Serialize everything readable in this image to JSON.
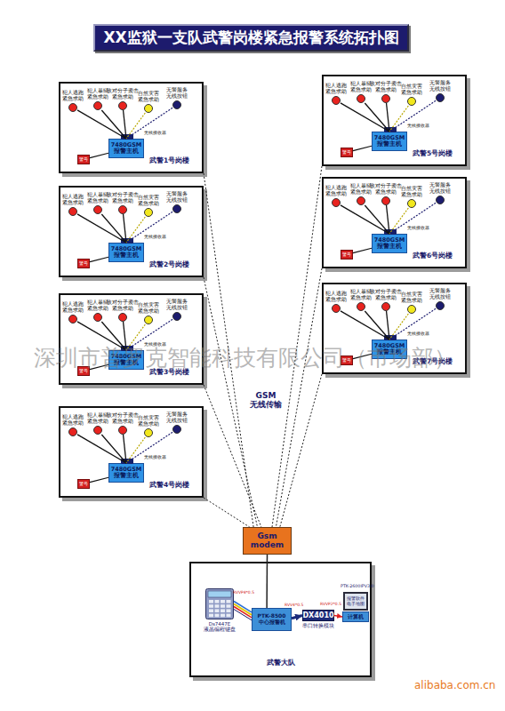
{
  "diagram": {
    "title": "XX监狱一支队武警岗楼紧急报警系统拓扑图",
    "nodes": [
      {
        "text": [
          "武警1号岗楼"
        ]
      },
      {
        "text": [
          "犯人逃跑 紧急求助"
        ],
        "in": 0
      },
      {
        "text": [
          "犯人暴狱 紧急求助"
        ],
        "in": 0
      },
      {
        "text": [
          "敌对分子袭击 紧急求助"
        ],
        "in": 0
      },
      {
        "text": [
          "自然灾害 紧急求助"
        ],
        "in": 0
      },
      {
        "text": [
          "无警服务 无线按钮"
        ],
        "in": 0
      },
      {
        "text": [
          "7480GSM 报警主机"
        ],
        "in": 0
      },
      {
        "text": [
          "警号"
        ],
        "in": 0
      },
      {
        "text": [
          "武警2号岗楼"
        ]
      },
      {
        "text": [
          "犯人逃跑 紧急求助"
        ],
        "in": 8
      },
      {
        "text": [
          "犯人暴狱 紧急求助"
        ],
        "in": 8
      },
      {
        "text": [
          "敌对分子袭击 紧急求助"
        ],
        "in": 8
      },
      {
        "text": [
          "自然灾害 紧急求助"
        ],
        "in": 8
      },
      {
        "text": [
          "无警服务 无线按钮"
        ],
        "in": 8
      },
      {
        "text": [
          "7480GSM 报警主机"
        ],
        "in": 8
      },
      {
        "text": [
          "警号"
        ],
        "in": 8
      },
      {
        "text": [
          "武警3号岗楼"
        ]
      },
      {
        "text": [
          "犯人逃跑 紧急求助"
        ],
        "in": 16
      },
      {
        "text": [
          "犯人暴狱 紧急求助"
        ],
        "in": 16
      },
      {
        "text": [
          "敌对分子袭击 紧急求助"
        ],
        "in": 16
      },
      {
        "text": [
          "自然灾害 紧急求助"
        ],
        "in": 16
      },
      {
        "text": [
          "无警服务 无线按钮"
        ],
        "in": 16
      },
      {
        "text": [
          "7480GSM 报警主机"
        ],
        "in": 16
      },
      {
        "text": [
          "警号"
        ],
        "in": 16
      },
      {
        "text": [
          "武警4号岗楼"
        ]
      },
      {
        "text": [
          "犯人逃跑 紧急求助"
        ],
        "in": 24
      },
      {
        "text": [
          "犯人暴狱 紧急求助"
        ],
        "in": 24
      },
      {
        "text": [
          "敌对分子袭击 紧急求助"
        ],
        "in": 24
      },
      {
        "text": [
          "自然灾害 紧急求助"
        ],
        "in": 24
      },
      {
        "text": [
          "无警服务 无线按钮"
        ],
        "in": 24
      },
      {
        "text": [
          "7480GSM 报警主机"
        ],
        "in": 24
      },
      {
        "text": [
          "警号"
        ],
        "in": 24
      },
      {
        "text": [
          "武警5号岗楼"
        ]
      },
      {
        "text": [
          "犯人逃跑 紧急求助"
        ],
        "in": 32
      },
      {
        "text": [
          "犯人暴狱 紧急求助"
        ],
        "in": 32
      },
      {
        "text": [
          "敌对分子袭击 紧急求助"
        ],
        "in": 32
      },
      {
        "text": [
          "自然灾害 紧急求助"
        ],
        "in": 32
      },
      {
        "text": [
          "无警服务 无线按钮"
        ],
        "in": 32
      },
      {
        "text": [
          "7480GSM 报警主机"
        ],
        "in": 32
      },
      {
        "text": [
          "警号"
        ],
        "in": 32
      },
      {
        "text": [
          "武警6号岗楼"
        ]
      },
      {
        "text": [
          "犯人逃跑 紧急求助"
        ],
        "in": 40
      },
      {
        "text": [
          "犯人暴狱 紧急求助"
        ],
        "in": 40
      },
      {
        "text": [
          "敌对分子袭击 紧急求助"
        ],
        "in": 40
      },
      {
        "text": [
          "自然灾害 紧急求助"
        ],
        "in": 40
      },
      {
        "text": [
          "无警服务 无线按钮"
        ],
        "in": 40
      },
      {
        "text": [
          "7480GSM 报警主机"
        ],
        "in": 40
      },
      {
        "text": [
          "警号"
        ],
        "in": 40
      },
      {
        "text": [
          "武警7号岗楼"
        ]
      },
      {
        "text": [
          "犯人逃跑 紧急求助"
        ],
        "in": 48
      },
      {
        "text": [
          "犯人暴狱 紧急求助"
        ],
        "in": 48
      },
      {
        "text": [
          "敌对分子袭击 紧急求助"
        ],
        "in": 48
      },
      {
        "text": [
          "自然灾害 紧急求助"
        ],
        "in": 48
      },
      {
        "text": [
          "无警服务 无线按钮"
        ],
        "in": 48
      },
      {
        "text": [
          "7480GSM 报警主机"
        ],
        "in": 48
      },
      {
        "text": [
          "警号"
        ],
        "in": 48
      },
      {
        "text": [
          "Gsm modem"
        ]
      },
      {
        "text": [
          "武警大队"
        ]
      },
      {
        "text": [
          "Ds7447E 液晶编程键盘"
        ],
        "in": 57
      },
      {
        "text": [
          "PTK-8500 中心报警机"
        ],
        "in": 57
      },
      {
        "text": [
          "DX4010",
          "串口转换模块"
        ],
        "in": 57
      },
      {
        "text": [
          "报警软件 电子地图"
        ],
        "in": 57
      },
      {
        "text": [
          "计算机"
        ],
        "in": 57
      }
    ],
    "edges": [
      {
        "from": 1,
        "to": 6,
        "arrow": "none"
      },
      {
        "from": 2,
        "to": 6,
        "arrow": "none"
      },
      {
        "from": 3,
        "to": 6,
        "arrow": "none"
      },
      {
        "from": 4,
        "to": 6,
        "arrow": "none"
      },
      {
        "from": 5,
        "to": 6,
        "arrow": "none"
      },
      {
        "from": 6,
        "to": 7,
        "arrow": "none"
      },
      {
        "from": 9,
        "to": 14,
        "arrow": "none"
      },
      {
        "from": 10,
        "to": 14,
        "arrow": "none"
      },
      {
        "from": 11,
        "to": 14,
        "arrow": "none"
      },
      {
        "from": 12,
        "to": 14,
        "arrow": "none"
      },
      {
        "from": 13,
        "to": 14,
        "arrow": "none"
      },
      {
        "from": 14,
        "to": 15,
        "arrow": "none"
      },
      {
        "from": 17,
        "to": 22,
        "arrow": "none"
      },
      {
        "from": 18,
        "to": 22,
        "arrow": "none"
      },
      {
        "from": 19,
        "to": 22,
        "arrow": "none"
      },
      {
        "from": 20,
        "to": 22,
        "arrow": "none"
      },
      {
        "from": 21,
        "to": 22,
        "arrow": "none"
      },
      {
        "from": 22,
        "to": 23,
        "arrow": "none"
      },
      {
        "from": 25,
        "to": 30,
        "arrow": "none"
      },
      {
        "from": 26,
        "to": 30,
        "arrow": "none"
      },
      {
        "from": 27,
        "to": 30,
        "arrow": "none"
      },
      {
        "from": 28,
        "to": 30,
        "arrow": "none"
      },
      {
        "from": 29,
        "to": 30,
        "arrow": "none"
      },
      {
        "from": 30,
        "to": 31,
        "arrow": "none"
      },
      {
        "from": 33,
        "to": 38,
        "arrow": "none"
      },
      {
        "from": 34,
        "to": 38,
        "arrow": "none"
      },
      {
        "from": 35,
        "to": 38,
        "arrow": "none"
      },
      {
        "from": 36,
        "to": 38,
        "arrow": "none"
      },
      {
        "from": 37,
        "to": 38,
        "arrow": "none"
      },
      {
        "from": 38,
        "to": 39,
        "arrow": "none"
      },
      {
        "from": 41,
        "to": 46,
        "arrow": "none"
      },
      {
        "from": 42,
        "to": 46,
        "arrow": "none"
      },
      {
        "from": 43,
        "to": 46,
        "arrow": "none"
      },
      {
        "from": 44,
        "to": 46,
        "arrow": "none"
      },
      {
        "from": 45,
        "to": 46,
        "arrow": "none"
      },
      {
        "from": 46,
        "to": 47,
        "arrow": "none"
      },
      {
        "from": 49,
        "to": 54,
        "arrow": "none"
      },
      {
        "from": 50,
        "to": 54,
        "arrow": "none"
      },
      {
        "from": 51,
        "to": 54,
        "arrow": "none"
      },
      {
        "from": 52,
        "to": 54,
        "arrow": "none"
      },
      {
        "from": 53,
        "to": 54,
        "arrow": "none"
      },
      {
        "from": 54,
        "to": 55,
        "arrow": "none"
      },
      {
        "from": 0,
        "to": 56,
        "arrow": "none"
      },
      {
        "from": 8,
        "to": 56,
        "arrow": "none"
      },
      {
        "from": 16,
        "to": 56,
        "arrow": "none"
      },
      {
        "from": 24,
        "to": 56,
        "arrow": "none"
      },
      {
        "from": 32,
        "to": 56,
        "arrow": "none"
      },
      {
        "from": 40,
        "to": 56,
        "arrow": "none"
      },
      {
        "from": 48,
        "to": 56,
        "arrow": "none"
      },
      {
        "from": 56,
        "to": 59,
        "arrow": "none"
      },
      {
        "from": 58,
        "to": 59,
        "arrow": "none"
      },
      {
        "from": 59,
        "to": 60,
        "arrow": "to"
      },
      {
        "from": 60,
        "to": 62,
        "arrow": "to"
      }
    ],
    "labels": [
      "GSM 无线传输",
      "无线接收器",
      "无线接收器",
      "无线接收器",
      "无线接收器",
      "无线接收器",
      "无线接收器",
      "无线接收器",
      "PTK-2600IPV3.0",
      "RVVP4*0.5",
      "RVV4*0.5",
      "RVVP2*0.5",
      "深圳市普罗克智能科技有限公司（市场部）",
      "alibaba.com.cn"
    ]
  }
}
